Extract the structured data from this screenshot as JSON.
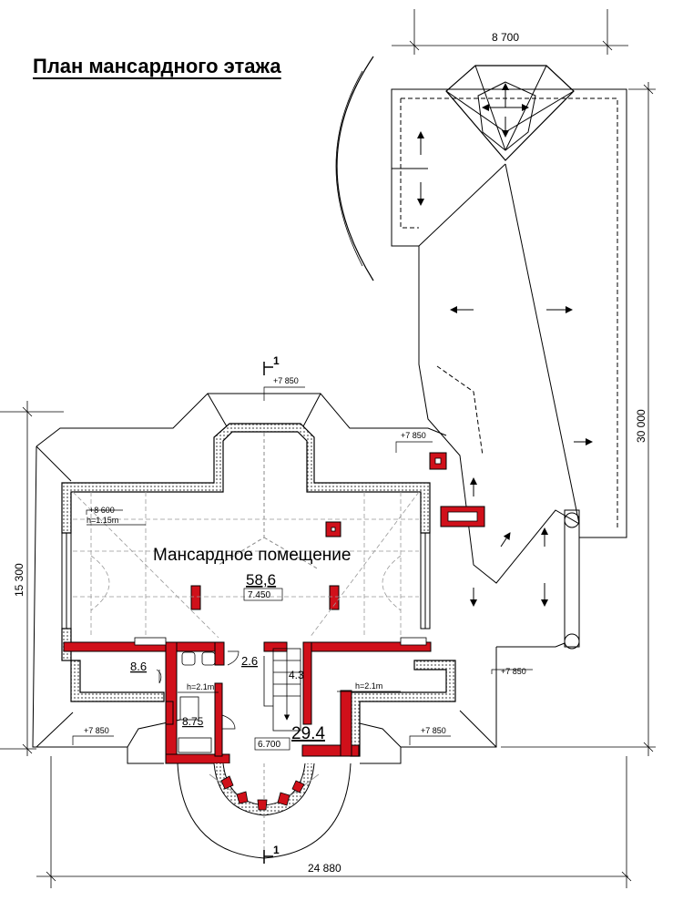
{
  "title": "План мансардного этажа",
  "dimensions": {
    "top_width": "8 700",
    "right_height": "30 000",
    "left_height": "15 300",
    "bottom_width": "24 880"
  },
  "section_mark": {
    "number": "1"
  },
  "elevations": {
    "top_center": "+7 850",
    "top_right": "+7 850",
    "right": "+7 850",
    "bottom_left": "+7 850",
    "bottom_right": "+7 850",
    "inner_top_left": "+8 600"
  },
  "heights": {
    "left_room": "h=1.15m",
    "bathroom": "h=2.1m",
    "right_room": "h=2.1m"
  },
  "rooms": {
    "main_name": "Мансардное помещение",
    "main_area": "58,6",
    "main_level": "7.450",
    "left_area": "8.6",
    "bath_area": "8.75",
    "hall_area": "2.6",
    "stair_area": "4.3",
    "right_area": "29.4",
    "hall_level": "6.700"
  },
  "colors": {
    "wall_red": "#d0101a",
    "line": "#000000",
    "hatch": "#555555"
  }
}
